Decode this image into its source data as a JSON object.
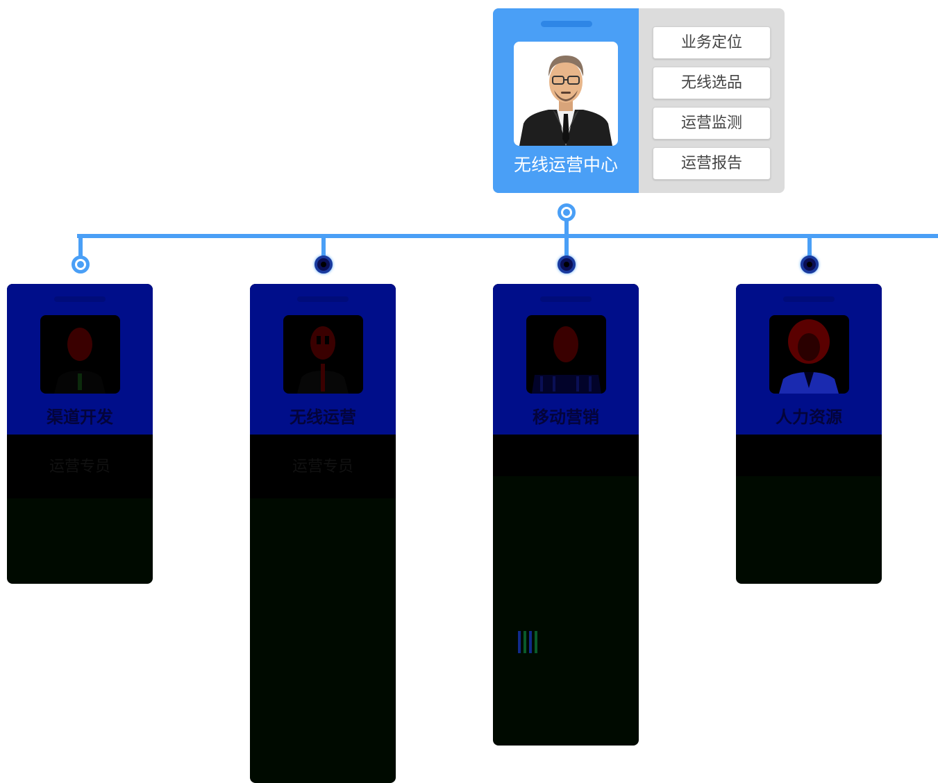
{
  "center": {
    "title": "无线运营中心",
    "menu": [
      "业务定位",
      "无线选品",
      "运营监测",
      "运营报告"
    ]
  },
  "departments": [
    {
      "title": "渠道开发",
      "note": "运营专员"
    },
    {
      "title": "无线运营",
      "note": "运营专员"
    },
    {
      "title": "移动营销",
      "note": ""
    },
    {
      "title": "人力资源",
      "note": ""
    }
  ],
  "colors": {
    "accent": "#4a9ff6",
    "card_menu_bg": "#dcdcdc",
    "dept_head": "#000e8a",
    "dept_body": "#000a00"
  }
}
